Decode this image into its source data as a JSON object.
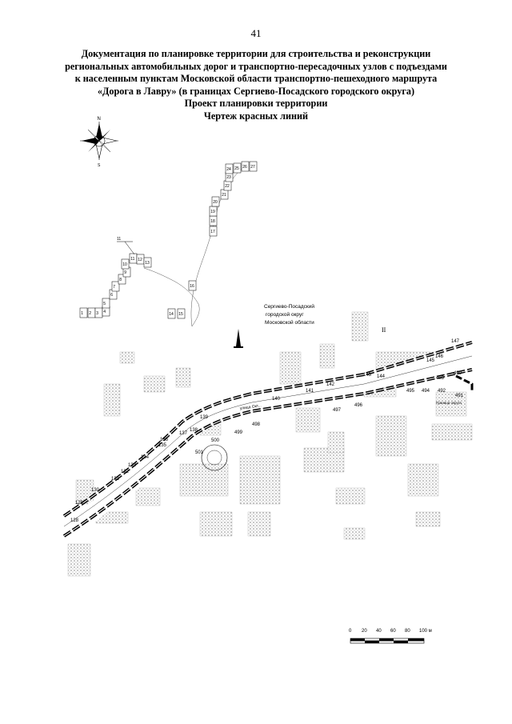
{
  "page_number": "41",
  "title_lines": [
    "Документация по планировке территории для строительства и реконструкции",
    "региональных автомобильных дорог и транспортно-пересадочных узлов с подъездами",
    "к населенным пунктам Московской области транспортно-пешеходного маршрута",
    "«Дорога в Лавру» (в границах Сергиево-Посадского городского округа)",
    "Проект планировки территории",
    "Чертеж красных линий"
  ],
  "compass": {
    "north_label": "N",
    "south_label": "S"
  },
  "index_map": {
    "current_sheet_label": "11",
    "sheets": [
      "1",
      "2",
      "3",
      "4",
      "5",
      "6",
      "7",
      "8",
      "9",
      "10",
      "11",
      "12",
      "13",
      "14",
      "15",
      "16",
      "17",
      "18",
      "19",
      "20",
      "21",
      "22",
      "23",
      "24",
      "25",
      "26",
      "27"
    ]
  },
  "region_label": [
    "Сергиево-Посадский",
    "городской округ",
    "Московской области"
  ],
  "sheet_marker": "II",
  "street_labels": {
    "main_street": "улица Окт...",
    "border": "Граница округа"
  },
  "red_line_points": {
    "upper": [
      "128",
      "129",
      "130",
      "131",
      "132",
      "133",
      "134",
      "135",
      "136",
      "137",
      "138",
      "139",
      "140",
      "141",
      "142",
      "143",
      "144",
      "145",
      "146",
      "147"
    ],
    "lower": [
      "490",
      "491",
      "492",
      "493",
      "494",
      "495",
      "496",
      "497",
      "498",
      "499",
      "500",
      "501"
    ]
  },
  "scale_bar": {
    "labels": [
      "0",
      "20",
      "40",
      "60",
      "80",
      "100 м"
    ]
  },
  "colors": {
    "ink": "#000000",
    "paper": "#ffffff",
    "hatch": "#777777"
  }
}
